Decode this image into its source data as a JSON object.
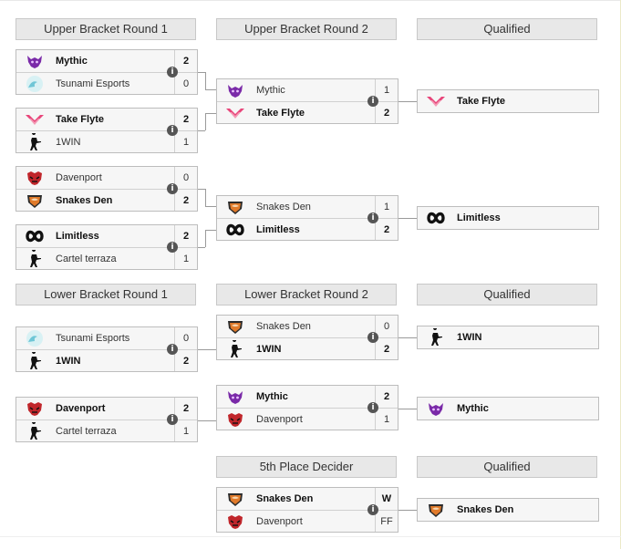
{
  "headers": {
    "ubr1": "Upper Bracket Round 1",
    "ubr2": "Upper Bracket Round 2",
    "q1": "Qualified",
    "lbr1": "Lower Bracket Round 1",
    "lbr2": "Lower Bracket Round 2",
    "q2": "Qualified",
    "dec": "5th Place Decider",
    "q3": "Qualified"
  },
  "matches": {
    "ubr1_m1": {
      "t1": "Mythic",
      "s1": "2",
      "t2": "Tsunami Esports",
      "s2": "0"
    },
    "ubr1_m2": {
      "t1": "Take Flyte",
      "s1": "2",
      "t2": "1WIN",
      "s2": "1"
    },
    "ubr1_m3": {
      "t1": "Davenport",
      "s1": "0",
      "t2": "Snakes Den",
      "s2": "2"
    },
    "ubr1_m4": {
      "t1": "Limitless",
      "s1": "2",
      "t2": "Cartel terraza",
      "s2": "1"
    },
    "ubr2_m1": {
      "t1": "Mythic",
      "s1": "1",
      "t2": "Take Flyte",
      "s2": "2"
    },
    "ubr2_m2": {
      "t1": "Snakes Den",
      "s1": "1",
      "t2": "Limitless",
      "s2": "2"
    },
    "lbr1_m1": {
      "t1": "Tsunami Esports",
      "s1": "0",
      "t2": "1WIN",
      "s2": "2"
    },
    "lbr1_m2": {
      "t1": "Davenport",
      "s1": "2",
      "t2": "Cartel terraza",
      "s2": "1"
    },
    "lbr2_m1": {
      "t1": "Snakes Den",
      "s1": "0",
      "t2": "1WIN",
      "s2": "2"
    },
    "lbr2_m2": {
      "t1": "Mythic",
      "s1": "2",
      "t2": "Davenport",
      "s2": "1"
    },
    "dec_m1": {
      "t1": "Snakes Den",
      "s1": "W",
      "t2": "Davenport",
      "s2": "FF"
    }
  },
  "qualified": {
    "q_ub1": "Take Flyte",
    "q_ub2": "Limitless",
    "q_lb1": "1WIN",
    "q_lb2": "Mythic",
    "q_dec": "Snakes Den"
  },
  "info_icon": "i",
  "icons": {
    "Mythic": "mythic-logo-icon",
    "Tsunami Esports": "tsunami-logo-icon",
    "Take Flyte": "take-flyte-logo-icon",
    "1WIN": "counter-strike-player-icon",
    "Cartel terraza": "counter-strike-player-icon",
    "Davenport": "davenport-logo-icon",
    "Snakes Den": "snakes-den-logo-icon",
    "Limitless": "limitless-logo-icon"
  },
  "colors": {
    "header_bg": "#e8e8e8",
    "match_bg": "#f6f6f6",
    "mythic": "#7a2aa8",
    "take_flyte": "#e8457a",
    "davenport": "#c0262b",
    "snakes_den": "#e07a2a",
    "tsunami": "#6ec6d6"
  }
}
